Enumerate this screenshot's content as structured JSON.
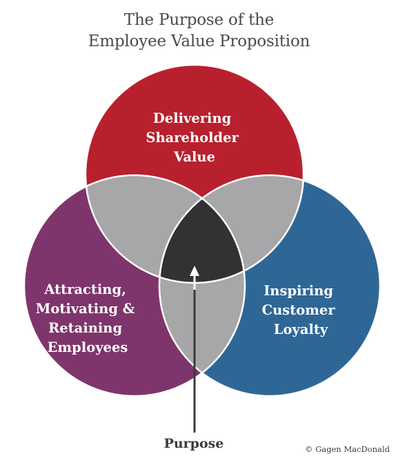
{
  "title": {
    "line1": "The Purpose of the",
    "line2": "Employee Value Proposition"
  },
  "circles": {
    "top": {
      "lines": [
        "Delivering",
        "Shareholder",
        "Value"
      ],
      "color": "#b8202d"
    },
    "left": {
      "lines": [
        "Attracting,",
        "Motivating &",
        "Retaining",
        "Employees"
      ],
      "color": "#7e356b"
    },
    "right": {
      "lines": [
        "Inspiring",
        "Customer",
        "Loyalty"
      ],
      "color": "#2e6796"
    }
  },
  "overlap_color": "#a7a6a8",
  "center_color": "#323234",
  "center_label": "Purpose",
  "credit": "© Gagen MacDonald"
}
